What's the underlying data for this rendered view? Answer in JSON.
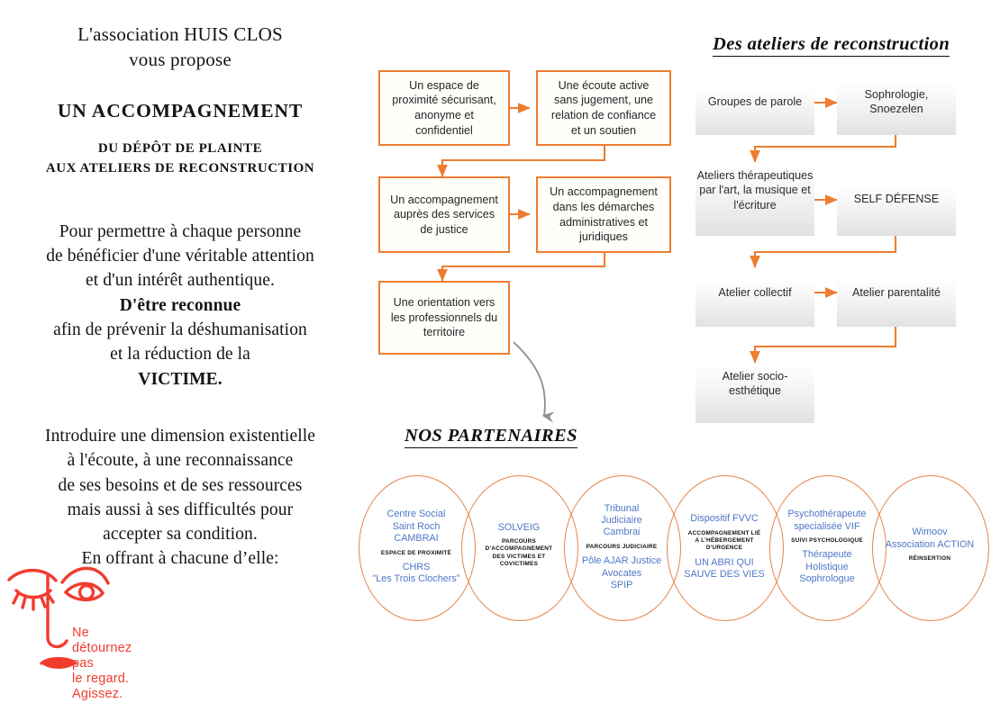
{
  "left_column": {
    "intro_line_1": "L'association HUIS CLOS",
    "intro_line_2": "vous propose",
    "headline": "UN ACCOMPAGNEMENT",
    "subhead_line_1": "DU DÉPÔT DE PLAINTE",
    "subhead_line_2": "AUX ATELIERS DE RECONSTRUCTION",
    "para_1_line_1": "Pour permettre à chaque personne",
    "para_1_line_2": "de bénéficier d'une véritable attention",
    "para_1_line_3": "et d'un intérêt authentique.",
    "para_1_line_4_bold": "D'être reconnue",
    "para_1_line_5": "afin de  prévenir la déshumanisation",
    "para_1_line_6": "et la réduction de la",
    "para_1_line_7_bold": "VICTIME.",
    "para_2_line_1": "Introduire une dimension existentielle",
    "para_2_line_2": "à l'écoute, à une reconnaissance",
    "para_2_line_3": "de ses besoins et de ses ressources",
    "para_2_line_4": "mais aussi à ses difficultés pour",
    "para_2_line_5": "accepter sa condition.",
    "para_2_line_6": "En offrant à chacune d’elle:"
  },
  "logo": {
    "icon_name": "face-with-one-closed-eye-icon",
    "tagline_line_1": "Ne",
    "tagline_line_2": "détournez",
    "tagline_line_3": "pas",
    "tagline_line_4": "le regard.",
    "tagline_line_5": "Agissez.",
    "color": "#F23B2F"
  },
  "flowchart": {
    "accent_color": "#ED7D31",
    "boxes": [
      {
        "id": "espace-proximite",
        "lines": [
          "Un espace de",
          "proximité sécurisant,",
          "anonyme  et",
          "confidentiel"
        ]
      },
      {
        "id": "ecoute-active",
        "lines": [
          "Une écoute active",
          "sans jugement, une",
          "relation de confiance",
          "et un soutien"
        ]
      },
      {
        "id": "services-justice",
        "lines": [
          "Un accompagnement",
          "auprès des services",
          "de justice"
        ]
      },
      {
        "id": "demarches-administratives",
        "lines": [
          "Un accompagnement",
          "dans les démarches",
          "administratives et",
          "juridiques"
        ]
      },
      {
        "id": "orientation-professionnels",
        "lines": [
          "Une orientation vers",
          "les professionnels du",
          "territoire"
        ]
      }
    ]
  },
  "workshops": {
    "title": "Des ateliers de reconstruction",
    "boxes": [
      {
        "id": "groupes-de-parole",
        "lines": [
          "Groupes de parole"
        ]
      },
      {
        "id": "sophrologie-snoezelen",
        "lines": [
          "Sophrologie,",
          "Snoezelen"
        ]
      },
      {
        "id": "ateliers-therapeutiques",
        "lines": [
          "Ateliers",
          "thérapeutiques par",
          "l'art, la musique et",
          "l'écriture"
        ]
      },
      {
        "id": "self-defense",
        "lines": [
          "SELF DÉFENSE"
        ]
      },
      {
        "id": "atelier-collectif",
        "lines": [
          "Atelier collectif"
        ]
      },
      {
        "id": "atelier-parentalite",
        "lines": [
          "Atelier parentalité"
        ]
      },
      {
        "id": "atelier-socio-esthetique",
        "lines": [
          "Atelier socio-",
          "esthétique"
        ]
      }
    ]
  },
  "partners": {
    "title": "NOS PARTENAIRES",
    "blue": "#4E77C8",
    "ring": "#E8834A",
    "items": [
      {
        "id": "centre-social-saint-roch",
        "main": [
          "Centre Social",
          "Saint Roch",
          "CAMBRAI"
        ],
        "sub": [
          "ESPACE DE PROXIMITÉ"
        ],
        "alt": [
          "CHRS",
          "\"Les Trois Clochers\""
        ]
      },
      {
        "id": "solveig",
        "main": [
          "SOLVEIG"
        ],
        "sub": [
          "PARCOURS",
          "D'ACCOMPAGNEMENT",
          "DES VICTIMES ET",
          "COVICTIMES"
        ],
        "alt": []
      },
      {
        "id": "tribunal-judiciaire-cambrai",
        "main": [
          "Tribunal",
          "Judiciaire",
          "Cambrai"
        ],
        "sub": [
          "PARCOURS JUDICIAIRE"
        ],
        "alt": [
          "Pôle AJAR Justice",
          "Avocates",
          "SPIP"
        ]
      },
      {
        "id": "dispositif-fvvc",
        "main": [
          "Dispositif FVVC"
        ],
        "sub": [
          "ACCOMPAGNEMENT LIÉ",
          "A L'HÉBERGEMENT",
          "D'URGENCE"
        ],
        "alt": [
          "UN ABRI QUI",
          "SAUVE DES VIES"
        ]
      },
      {
        "id": "psychotherapeute-vif",
        "main": [
          "Psychothérapeute",
          "specialisée VIF"
        ],
        "sub": [
          "SUIVI PSYCHOLOGIQUE"
        ],
        "alt": [
          "Thérapeute",
          "Holistique",
          "Sophrologue"
        ]
      },
      {
        "id": "wimoov-action",
        "main": [
          "Wimoov",
          "Association ACTION"
        ],
        "sub": [
          "RÉINSERTION"
        ],
        "alt": []
      }
    ]
  }
}
